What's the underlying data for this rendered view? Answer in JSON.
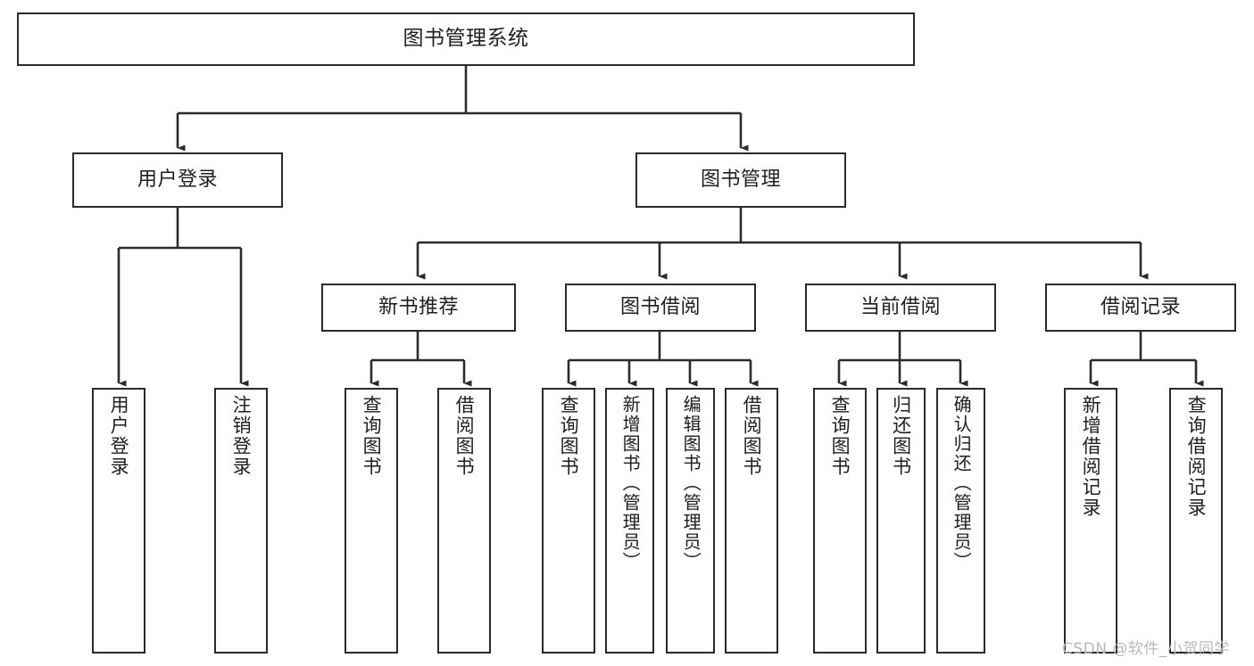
{
  "diagram": {
    "title": "图书管理系统",
    "type": "tree-hierarchy-chart",
    "watermark": "CSDN @软件_小贺同学",
    "colors": {
      "box_border": "#2b2b2b",
      "box_fill": "#ffffff",
      "connector": "#2b2b2b",
      "text": "#1f1f1f",
      "watermark": "#b9b9b9",
      "background": "#ffffff"
    },
    "root": {
      "id": "root",
      "label": "图书管理系统"
    },
    "level1": [
      {
        "id": "user-login",
        "label": "用户登录"
      },
      {
        "id": "book-manage",
        "label": "图书管理"
      }
    ],
    "level2": [
      {
        "id": "new-book-recommend",
        "label": "新书推荐",
        "parent": "book-manage"
      },
      {
        "id": "book-borrow",
        "label": "图书借阅",
        "parent": "book-manage"
      },
      {
        "id": "current-borrow",
        "label": "当前借阅",
        "parent": "book-manage"
      },
      {
        "id": "borrow-record",
        "label": "借阅记录",
        "parent": "book-manage"
      }
    ],
    "leaves": [
      {
        "id": "leaf-user-login",
        "label": "用户登录",
        "parent": "user-login"
      },
      {
        "id": "leaf-logout",
        "label": "注销登录",
        "parent": "user-login"
      },
      {
        "id": "leaf-query-book-1",
        "label": "查询图书",
        "parent": "new-book-recommend"
      },
      {
        "id": "leaf-borrow-book-1",
        "label": "借阅图书",
        "parent": "new-book-recommend"
      },
      {
        "id": "leaf-query-book-2",
        "label": "查询图书",
        "parent": "book-borrow"
      },
      {
        "id": "leaf-add-book",
        "label": "新增图书（管理员）",
        "parent": "book-borrow"
      },
      {
        "id": "leaf-edit-book",
        "label": "编辑图书（管理员）",
        "parent": "book-borrow"
      },
      {
        "id": "leaf-borrow-book-2",
        "label": "借阅图书",
        "parent": "book-borrow"
      },
      {
        "id": "leaf-query-book-3",
        "label": "查询图书",
        "parent": "current-borrow"
      },
      {
        "id": "leaf-return-book",
        "label": "归还图书",
        "parent": "current-borrow"
      },
      {
        "id": "leaf-confirm-return",
        "label": "确认归还（管理员）",
        "parent": "current-borrow"
      },
      {
        "id": "leaf-add-record",
        "label": "新增借阅记录",
        "parent": "borrow-record"
      },
      {
        "id": "leaf-query-record",
        "label": "查询借阅记录",
        "parent": "borrow-record"
      }
    ]
  }
}
